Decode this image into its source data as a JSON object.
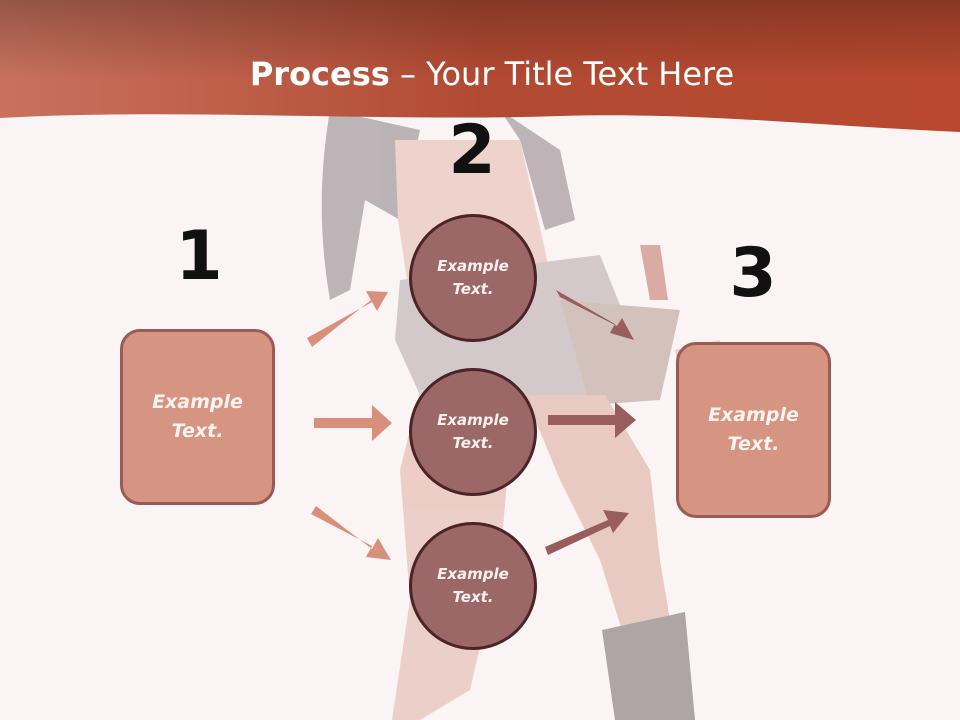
{
  "slide": {
    "title_bold": "Process",
    "title_rest": " – Your Title Text Here"
  },
  "steps": [
    {
      "number": "1",
      "label": "Example\nText."
    },
    {
      "number": "2",
      "label": "Example\nText."
    },
    {
      "number": "3",
      "label": "Example\nText."
    }
  ],
  "circles": [
    {
      "label": "Example\nText."
    },
    {
      "label": "Example\nText."
    },
    {
      "label": "Example\nText."
    }
  ],
  "colors": {
    "header": "#c0583d",
    "box_fill": "#d69482",
    "circle_fill": "#9b6767",
    "arrow_left": "#d8907c",
    "arrow_right": "#985d5c"
  }
}
